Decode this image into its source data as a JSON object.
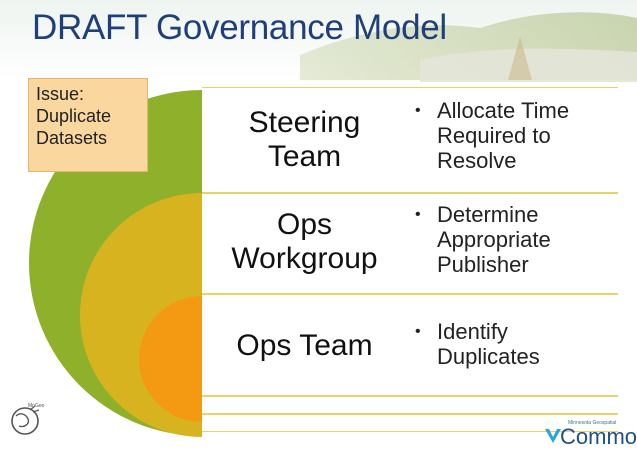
{
  "title": "DRAFT Governance Model",
  "issue": [
    "Issue:",
    "Duplicate",
    "Datasets"
  ],
  "rows": [
    {
      "team": [
        "Steering",
        "Team"
      ],
      "bullet": [
        "Allocate Time",
        "Required to",
        "Resolve"
      ]
    },
    {
      "team": [
        "Ops",
        "Workgroup"
      ],
      "bullet": [
        "Determine",
        "Appropriate",
        "Publisher"
      ]
    },
    {
      "team": [
        "Ops Team"
      ],
      "bullet": [
        "Identify",
        "Duplicates"
      ]
    }
  ],
  "bullet_symbol": "•",
  "logo_text": "MnGeo",
  "footer_logo": {
    "small": "Minnesota Geospatial",
    "word": "Commons"
  },
  "colors": {
    "title": "#1f3f7a",
    "outer_ring": "#8fb02a",
    "middle_ring": "#d8b320",
    "inner_ring": "#f39a12",
    "issue_box": "#fbd7a0",
    "row_border": "#e6d46a"
  }
}
